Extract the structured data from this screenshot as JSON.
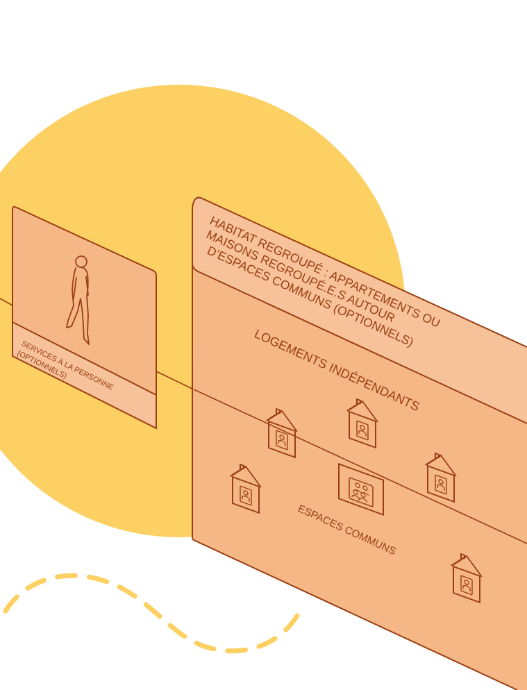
{
  "colors": {
    "background": "#ffffff",
    "circle": "#fcd062",
    "dashes": "#fcd062",
    "panel_fill": "#f5b786",
    "panel_header_fill": "#f7c29a",
    "stroke": "#9a3f12",
    "text": "#9a3f12"
  },
  "services_panel": {
    "label_line1": "SERVICES À LA PERSONNE",
    "label_line2": "(OPTIONNELS)",
    "icon": "person-walking-icon"
  },
  "habitat_panel": {
    "title_line1": "HABITAT REGROUPÉ : APPARTEMENTS OU",
    "title_line2": "MAISONS REGROUPÉ.E.S AUTOUR",
    "title_line3": "D’ESPACES COMMUNS (OPTIONNELS)",
    "logements_label": "LOGEMENTS INDÉPENDANTS",
    "espaces_label": "ESPACES COMMUNS",
    "house_icon": "house-person-icon",
    "shared_space_icon": "group-people-icon"
  }
}
